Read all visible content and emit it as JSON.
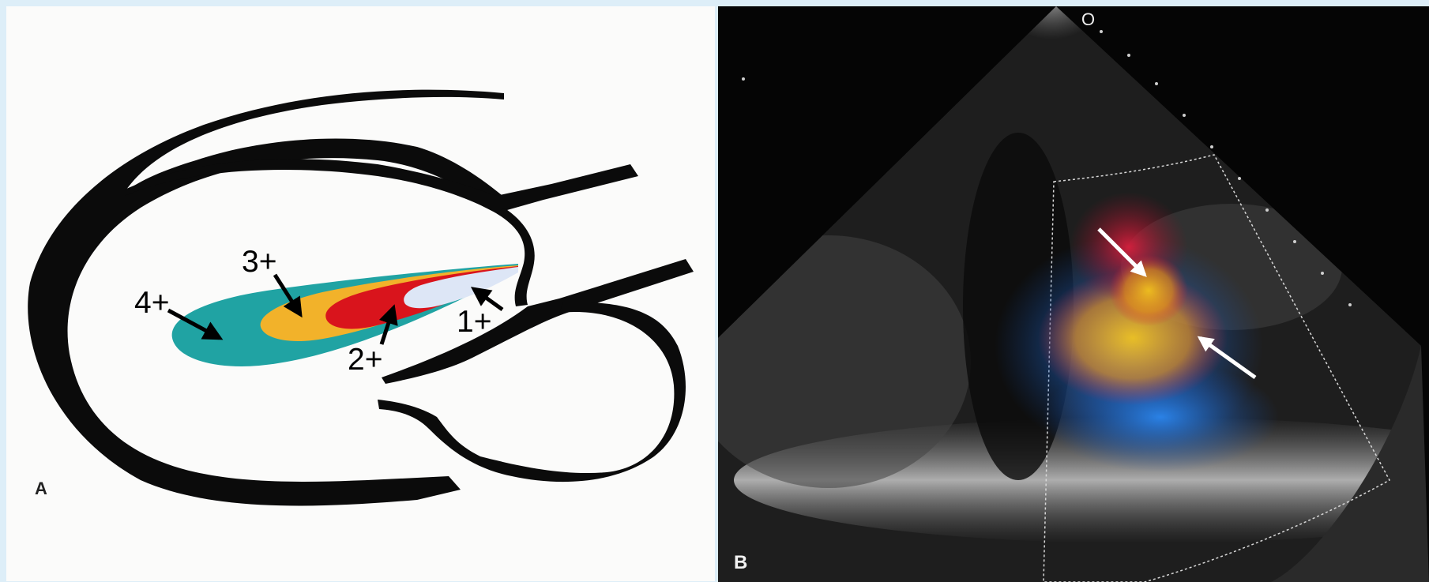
{
  "panel_a": {
    "letter": "A",
    "grades": [
      "4+",
      "3+",
      "2+",
      "1+"
    ],
    "colors": {
      "grade_4": "#20a3a3",
      "grade_3": "#f2b22a",
      "grade_2": "#d9141c",
      "grade_1": "#dde6f6",
      "outline": "#0b0b0b"
    }
  },
  "panel_b": {
    "letter": "B",
    "marker": "O",
    "colors": {
      "flow_blue": "#1f73e0",
      "flow_red": "#d81f3c",
      "flow_yellow": "#f2c21d",
      "arrows": "#ffffff"
    }
  }
}
